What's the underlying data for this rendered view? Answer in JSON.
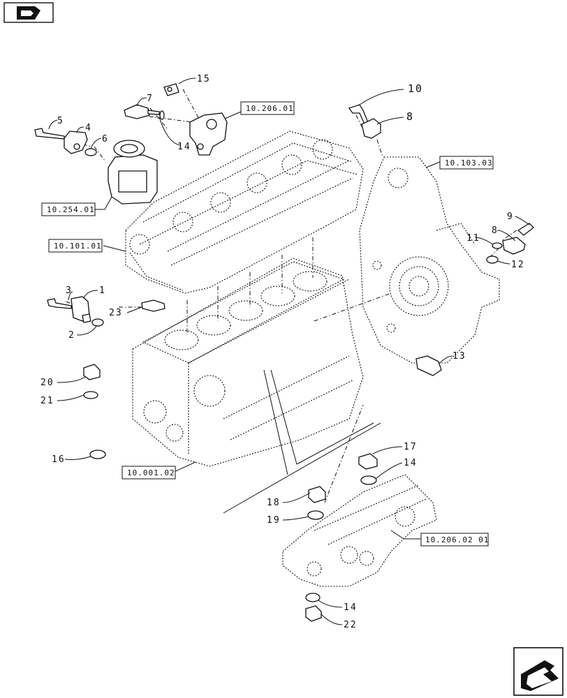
{
  "diagram": {
    "callouts": {
      "c1": "1",
      "c2": "2",
      "c3": "3",
      "c4": "4",
      "c5": "5",
      "c6": "6",
      "c7": "7",
      "c8a": "8",
      "c8b": "8",
      "c9": "9",
      "c10": "10",
      "c11": "11",
      "c12": "12",
      "c13": "13",
      "c14a": "14",
      "c14b": "14",
      "c14c": "14",
      "c15": "15",
      "c16": "16",
      "c17": "17",
      "c18": "18",
      "c19": "19",
      "c20": "20",
      "c21": "21",
      "c22": "22",
      "c23": "23"
    },
    "refs": {
      "r1": "10.206.01",
      "r2": "10.103.03",
      "r3": "10.254.01",
      "r4": "10.101.01",
      "r5": "10.001.02",
      "r6": "10.206.02 01"
    }
  },
  "nav": {
    "back_icon": "page-back-icon",
    "forward_icon": "page-forward-icon"
  }
}
